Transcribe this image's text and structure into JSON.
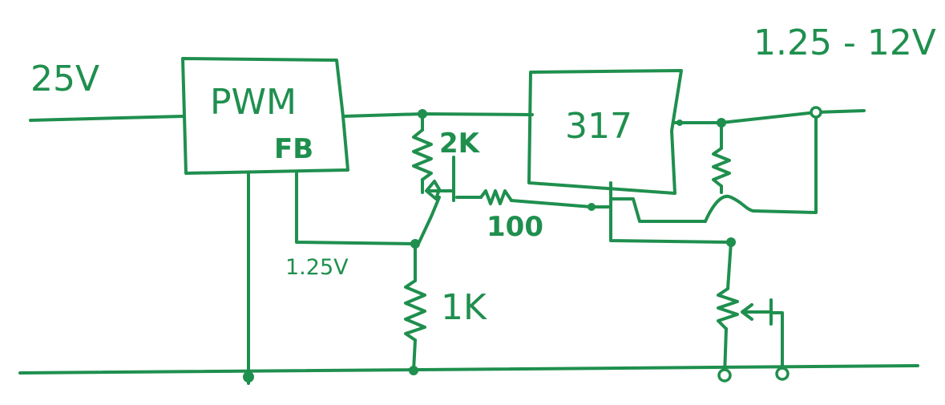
{
  "labels": {
    "input_voltage": "25V",
    "output_range": "1.25 - 12V",
    "pwm_block": "PWM",
    "fb_pin": "FB",
    "regulator": "317",
    "r_upper": "2K",
    "r_series": "100",
    "feedback_voltage": "1.25V",
    "r_lower": "1K"
  },
  "colors": {
    "ink": "#1f8f4e",
    "background": "#ffffff"
  }
}
